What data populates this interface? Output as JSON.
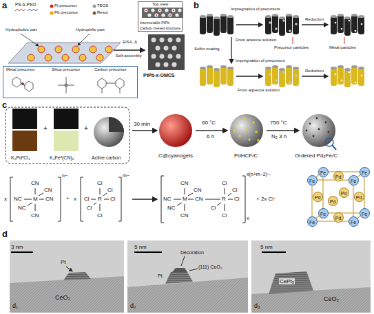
{
  "diagram": {
    "nodes": [
      {
        "text": [
          "Metal precursor",
          "Silica precursor",
          "Carbon precursor"
        ]
      },
      {
        "text": [
          "Top view",
          "Intermetallic PtPb",
          "Carbon riveted structure"
        ]
      }
    ],
    "labels": [
      "a",
      "PS-b-PEO",
      "Pt precursor",
      "TEOS",
      "Pb precursor",
      "Resol",
      "Hydrophobic part",
      "Hydrophilic part",
      "EISA, Δ",
      "Self-assembly",
      "PtPb-x-OMCS",
      "b",
      "Impregnation of precursors",
      "From acetone solution",
      "Reduction",
      "Precursor particles",
      "Metal particles",
      "Sulfur coating",
      "Impregnation of precursors",
      "From aqueous solution",
      "Reduction",
      "c",
      "K₂PdᴵᴵCl₄",
      "+",
      "K₄Feᴵᴵ(CN)₆",
      "+",
      "Active carbon",
      "30 min",
      "C@cyanogels",
      "60 °C",
      "6 h",
      "PdHCF/C",
      "750 °C",
      "N₂ 3 h",
      "Ordered Pd₃Fe/C",
      "x",
      "CN",
      "CN",
      "NC",
      "M",
      "CN",
      "NC",
      "CN",
      "n−",
      "+",
      "x",
      "Cl",
      "Cl",
      "Cl",
      "R",
      "Cl",
      "Cl",
      "Cl",
      "m−",
      "CN",
      "CN",
      "NC",
      "M",
      "CN",
      "R",
      "Cl",
      "Cl",
      "Cl",
      "NC",
      "Cl",
      "CN",
      "Cl",
      "x(n+m−2)−",
      "x",
      "+ 2x Cl⁻",
      "Fe",
      "Fe",
      "Fe",
      "Fe",
      "Fe",
      "Fe",
      "Fe",
      "Fe",
      "Pd",
      "Pd",
      "Pd",
      "Pd",
      "Pd",
      "Pd",
      "d",
      "3 nm",
      "Pt",
      "CeO₂",
      "d₁",
      "5 nm",
      "Decoration",
      "Pt",
      "(111) CeO₂",
      "d₂",
      "5 nm",
      "CePt₅",
      "CeO₂",
      "d₃"
    ]
  }
}
